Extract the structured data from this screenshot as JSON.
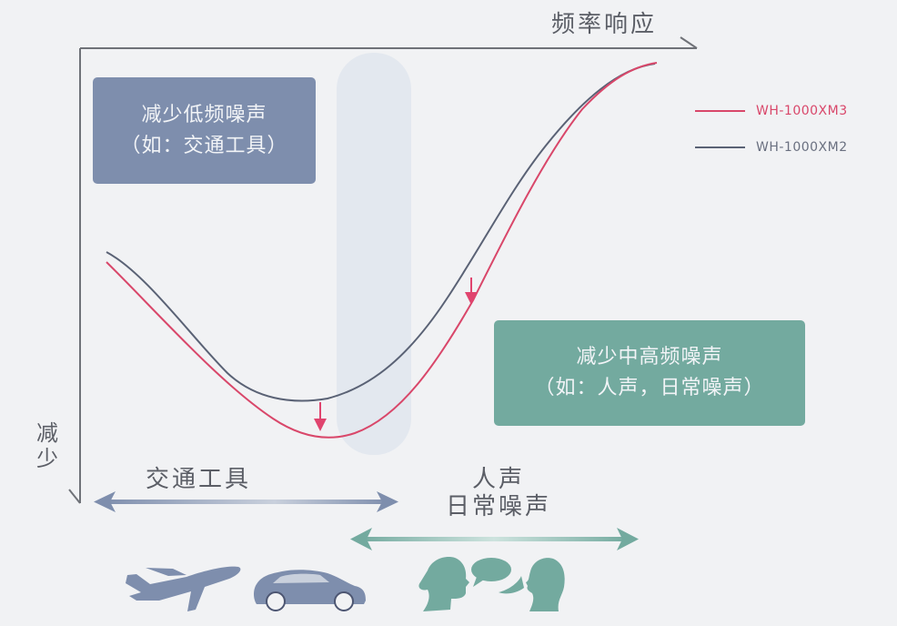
{
  "title": "频率响应",
  "y_axis_label": "减少",
  "legend": [
    {
      "label": "WH-1000XM3",
      "color": "#d9476a"
    },
    {
      "label": "WH-1000XM2",
      "color": "#5a6275"
    }
  ],
  "boxes": {
    "low": {
      "line1": "减少低频噪声",
      "line2": "（如：交通工具）",
      "color": "#7e8ead"
    },
    "high": {
      "line1": "减少中高频噪声",
      "line2": "（如：人声，日常噪声）",
      "color": "#73aa9f"
    }
  },
  "ranges": {
    "low": {
      "label": "交通工具",
      "icons": [
        "airplane-icon",
        "car-icon"
      ],
      "color": "#7e8ead"
    },
    "high": {
      "label_line1": "人声",
      "label_line2": "日常噪声",
      "icons": [
        "people-talking-icon"
      ],
      "color": "#73aa9f"
    }
  },
  "chart_data": {
    "type": "line",
    "title": "频率响应",
    "xlabel": "频率响应",
    "ylabel": "减少",
    "grid": false,
    "legend_position": "top-right",
    "series": [
      {
        "name": "WH-1000XM3",
        "color": "#d9476a",
        "points": [
          [
            117,
            288
          ],
          [
            200,
            390
          ],
          [
            300,
            465
          ],
          [
            355,
            480
          ],
          [
            420,
            460
          ],
          [
            480,
            400
          ],
          [
            540,
            300
          ],
          [
            600,
            200
          ],
          [
            660,
            110
          ],
          [
            720,
            70
          ]
        ]
      },
      {
        "name": "WH-1000XM2",
        "color": "#5a6275",
        "points": [
          [
            117,
            277
          ],
          [
            200,
            380
          ],
          [
            300,
            440
          ],
          [
            360,
            440
          ],
          [
            420,
            410
          ],
          [
            480,
            340
          ],
          [
            540,
            240
          ],
          [
            600,
            150
          ],
          [
            660,
            90
          ],
          [
            720,
            70
          ]
        ]
      }
    ],
    "annotations": [
      {
        "type": "arrow-down",
        "x": 352,
        "y": 460,
        "note": "XM3 lower than XM2 at low freq"
      },
      {
        "type": "arrow-down",
        "x": 518,
        "y": 320,
        "note": "XM3 lower than XM2 at mid-high freq"
      },
      {
        "type": "highlight-band",
        "x_range": [
          370,
          452
        ]
      }
    ]
  }
}
